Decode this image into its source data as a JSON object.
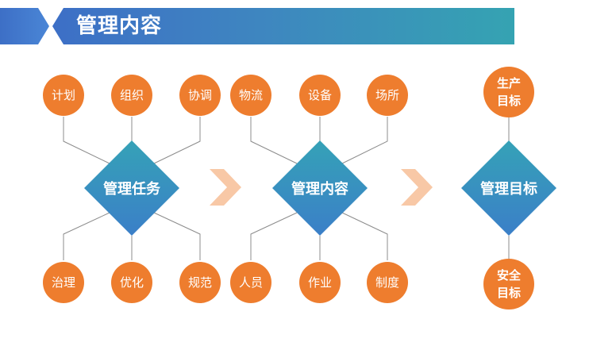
{
  "header": {
    "title": "管理内容"
  },
  "groups": [
    {
      "center": "管理任务",
      "top": [
        "计划",
        "组织",
        "协调"
      ],
      "bottom": [
        "治理",
        "优化",
        "规范"
      ]
    },
    {
      "center": "管理内容",
      "top": [
        "物流",
        "设备",
        "场所"
      ],
      "bottom": [
        "人员",
        "作业",
        "制度"
      ]
    },
    {
      "center": "管理目标",
      "top": [
        "生产目标"
      ],
      "bottom": [
        "安全目标"
      ]
    }
  ],
  "colors": {
    "node": "#ee7d2e",
    "diamond_top": "#35a2b7",
    "diamond_bottom": "#3b7fc8",
    "arrow": "#f8c8a6",
    "line": "#8c8c8c"
  }
}
